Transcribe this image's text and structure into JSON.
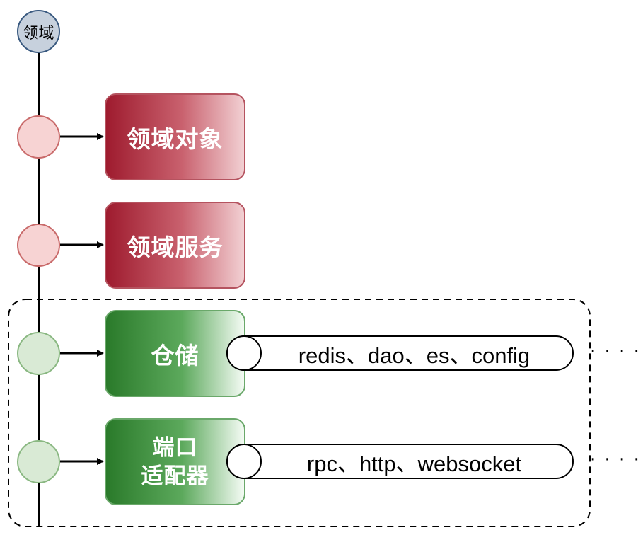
{
  "root": {
    "label": "领域"
  },
  "layers": [
    {
      "id": "domain-object",
      "lines": [
        "领域对象"
      ],
      "color": "red"
    },
    {
      "id": "domain-service",
      "lines": [
        "领域服务"
      ],
      "color": "red"
    },
    {
      "id": "repository",
      "lines": [
        "仓储"
      ],
      "color": "green",
      "detail": "redis、dao、es、config",
      "more": "· · · · ·"
    },
    {
      "id": "port-adapter",
      "lines": [
        "端口",
        "适配器"
      ],
      "color": "green",
      "detail": "rpc、http、websocket",
      "more": "· · · · ·"
    }
  ],
  "colors": {
    "red_box": "#9e1b2e",
    "green_box": "#2a7a2a",
    "root_fill": "#c7d1dd",
    "root_stroke": "#3a5a80"
  }
}
